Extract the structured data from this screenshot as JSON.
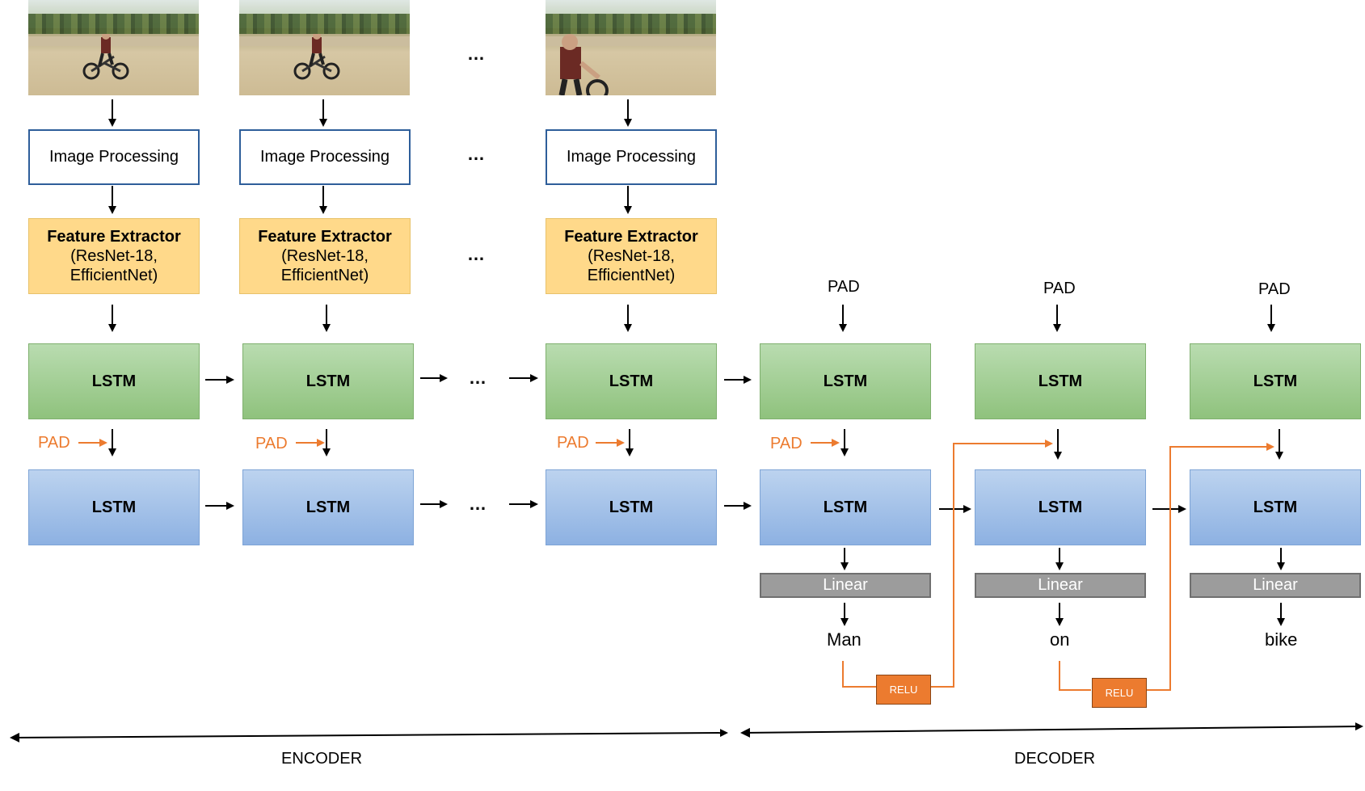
{
  "frames": [
    {
      "caption": ""
    },
    {
      "caption": ""
    },
    {
      "caption": ""
    }
  ],
  "ellipsis": "…",
  "encoder": {
    "columns": [
      {
        "image_processing": "Image Processing",
        "feature_title": "Feature Extractor",
        "feature_line2": "(ResNet-18,",
        "feature_line3": "EfficientNet)",
        "lstm_top": "LSTM",
        "pad": "PAD",
        "lstm_bottom": "LSTM"
      },
      {
        "image_processing": "Image Processing",
        "feature_title": "Feature Extractor",
        "feature_line2": "(ResNet-18,",
        "feature_line3": "EfficientNet)",
        "lstm_top": "LSTM",
        "pad": "PAD",
        "lstm_bottom": "LSTM"
      },
      {
        "image_processing": "Image Processing",
        "feature_title": "Feature Extractor",
        "feature_line2": "(ResNet-18,",
        "feature_line3": "EfficientNet)",
        "lstm_top": "LSTM",
        "pad": "PAD",
        "lstm_bottom": "LSTM"
      }
    ],
    "label": "ENCODER"
  },
  "decoder": {
    "columns": [
      {
        "top_pad": "PAD",
        "lstm_top": "LSTM",
        "pad": "PAD",
        "lstm_bottom": "LSTM",
        "linear": "Linear",
        "word": "Man",
        "relu": "RELU"
      },
      {
        "top_pad": "PAD",
        "lstm_top": "LSTM",
        "lstm_bottom": "LSTM",
        "linear": "Linear",
        "word": "on",
        "relu": "RELU"
      },
      {
        "top_pad": "PAD",
        "lstm_top": "LSTM",
        "lstm_bottom": "LSTM",
        "linear": "Linear",
        "word": "bike"
      }
    ],
    "label": "DECODER"
  },
  "colors": {
    "orange": "#ec7b2f",
    "blue_border": "#2e5e9a",
    "feature_fill": "#ffd98a",
    "green": "#8fc27d",
    "blue": "#8db1e2",
    "grey": "#9c9c9c"
  }
}
